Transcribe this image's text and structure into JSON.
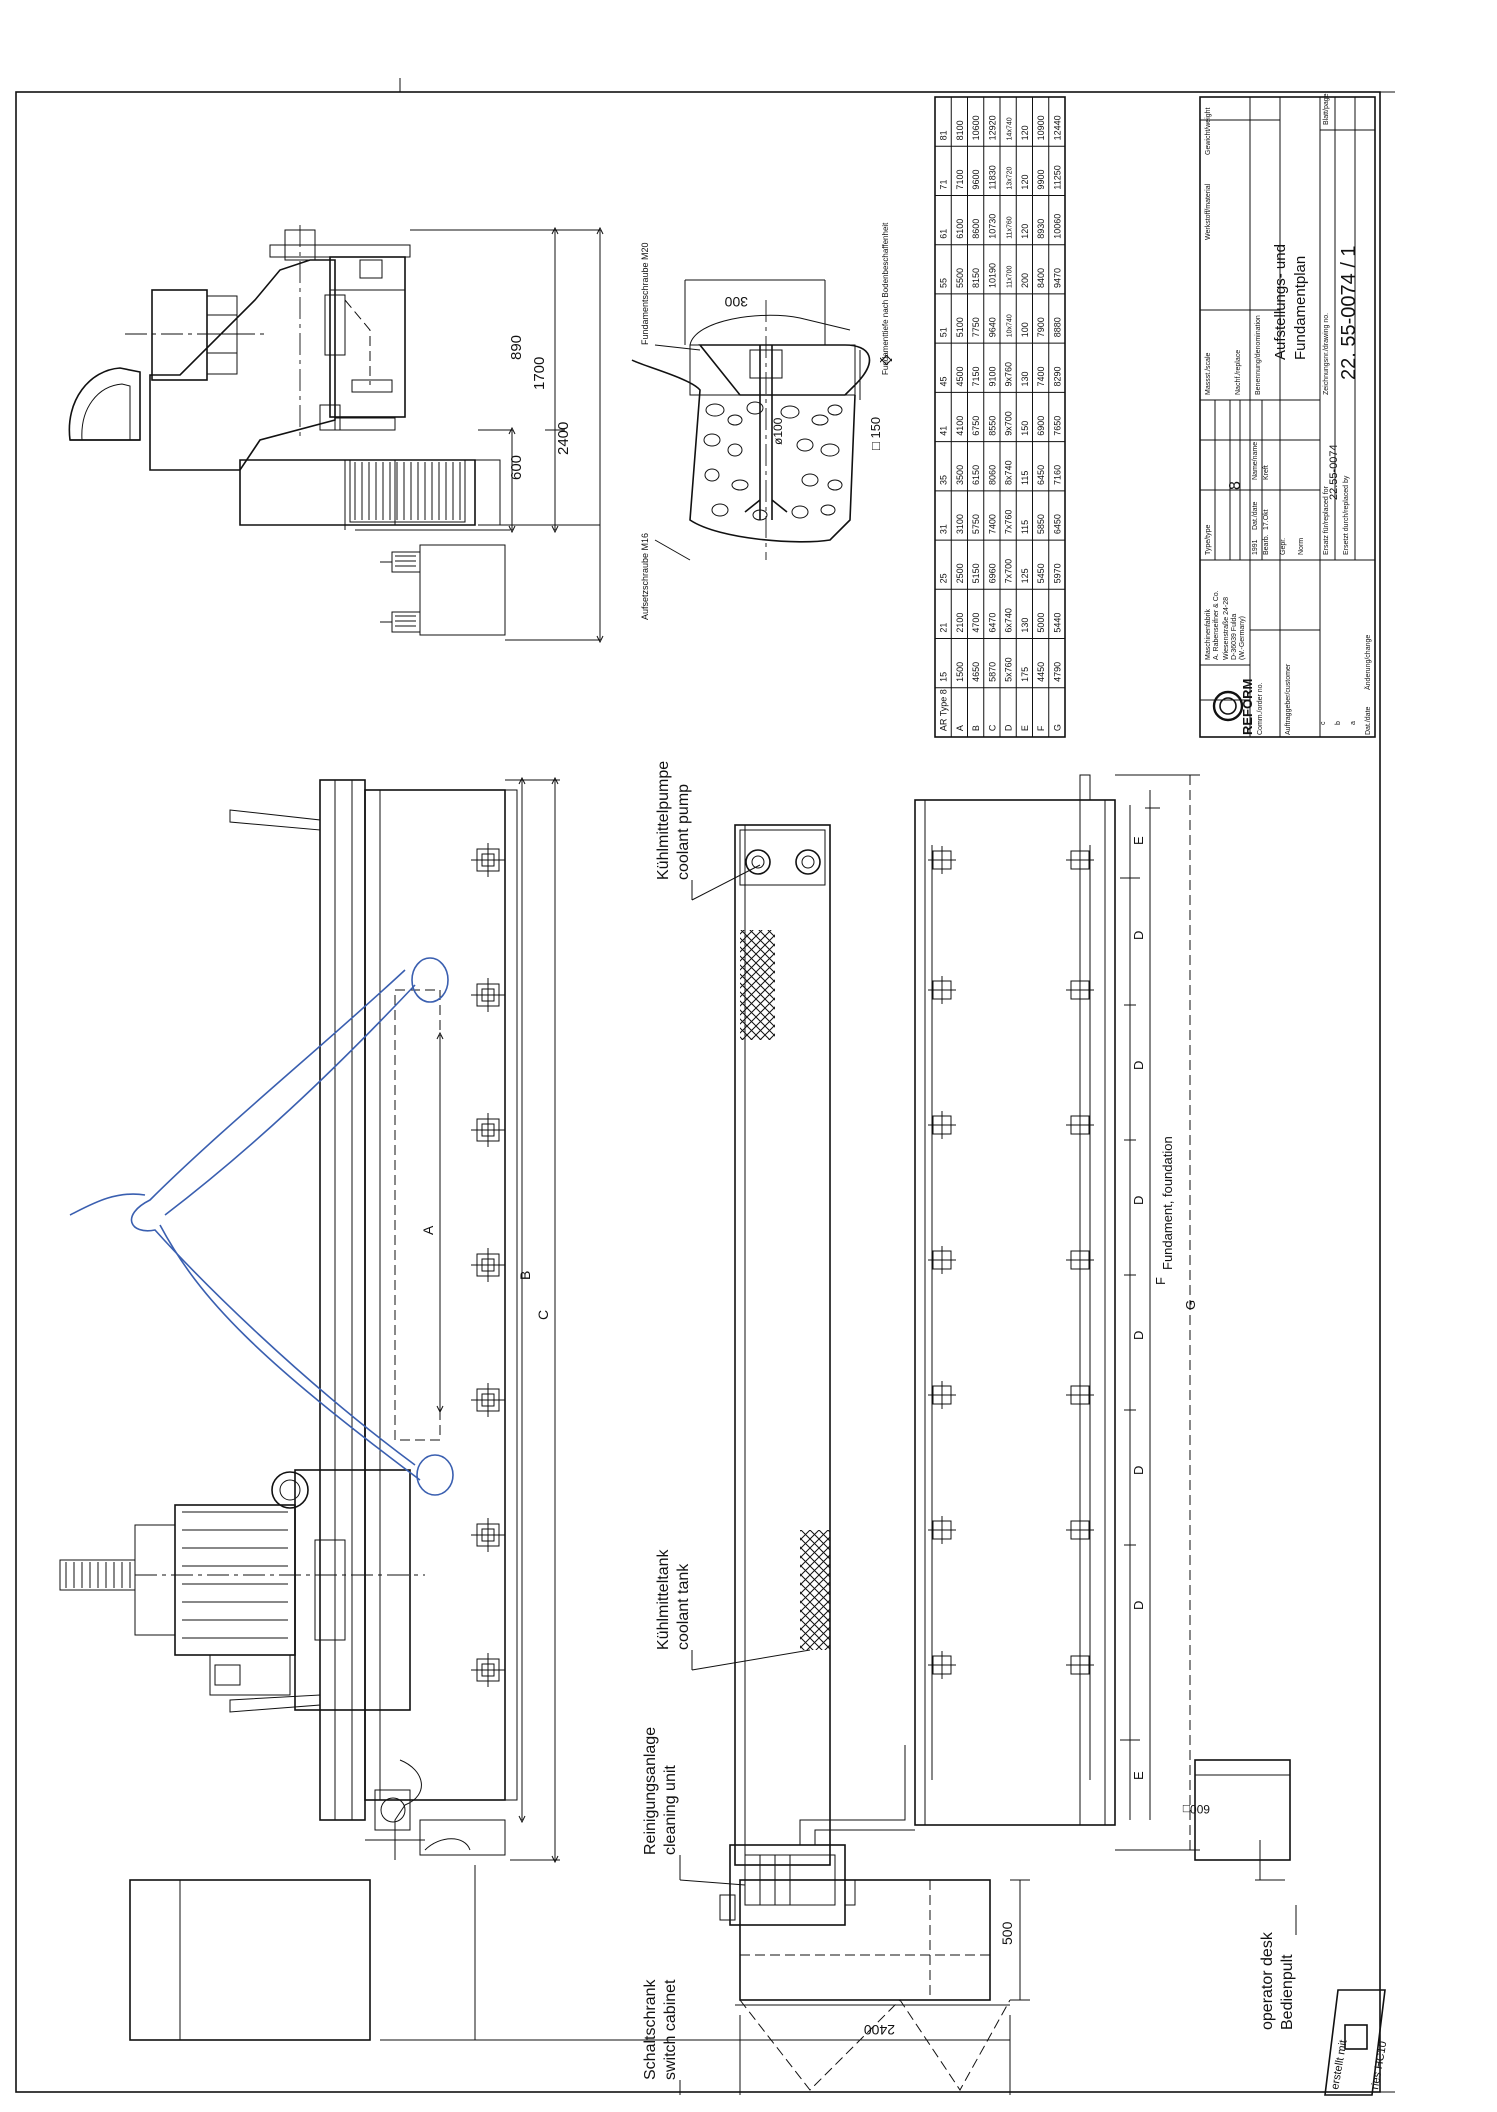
{
  "callouts": {
    "coolant_pump_de": "Kühlmittelpumpe",
    "coolant_pump_en": "coolant pump",
    "coolant_tank_de": "Kühlmitteltank",
    "coolant_tank_en": "coolant tank",
    "cleaning_unit_de": "Reinigungsanlage",
    "cleaning_unit_en": "cleaning unit",
    "switch_cabinet_de": "Schaltschrank",
    "switch_cabinet_en": "switch cabinet",
    "operator_desk_en": "operator desk",
    "operator_desk_de": "Bedienpult",
    "foundation": "Fundament, foundation",
    "anchor_screw": "Fundamentschraube M20",
    "anchor_plate": "Aufsetzschraube M16",
    "foundation_depth_note": "Fundamenttiefe nach Bodenbeschaffenheit"
  },
  "dimensions": {
    "side_600": "600",
    "side_890": "890",
    "side_1700": "1700",
    "side_2400": "2400",
    "foundation_300": "300",
    "bolt_150": "□ 150",
    "bolt_100": "ø100",
    "cabinet_500": "500",
    "cabinet_2400": "2400",
    "desk_600": "600□",
    "letter_A": "A",
    "letter_B": "B",
    "letter_C": "C",
    "letter_D": "D",
    "letter_E": "E",
    "letter_F": "F",
    "letter_G": "G"
  },
  "type_table": {
    "header_label": "AR Type 8",
    "sizes": [
      "15",
      "21",
      "25",
      "31",
      "35",
      "41",
      "45",
      "51",
      "55",
      "61",
      "71",
      "81"
    ],
    "rows": [
      {
        "label": "A",
        "values": [
          "1500",
          "2100",
          "2500",
          "3100",
          "3500",
          "4100",
          "4500",
          "5100",
          "5500",
          "6100",
          "7100",
          "8100"
        ]
      },
      {
        "label": "B",
        "values": [
          "4650",
          "4700",
          "5150",
          "5750",
          "6150",
          "6750",
          "7150",
          "7750",
          "8150",
          "8600",
          "9600",
          "10600"
        ]
      },
      {
        "label": "C",
        "values": [
          "5870",
          "6470",
          "6960",
          "7400",
          "8060",
          "8550",
          "9100",
          "9640",
          "10190",
          "10730",
          "11830",
          "12920"
        ]
      },
      {
        "label": "D",
        "values": [
          "5x760",
          "6x740",
          "7x700",
          "7x760",
          "8x740",
          "9x700",
          "9x760",
          "10x740",
          "11x700",
          "11x760",
          "13x720",
          "14x740"
        ]
      },
      {
        "label": "E",
        "values": [
          "175",
          "130",
          "125",
          "115",
          "115",
          "150",
          "130",
          "100",
          "200",
          "120",
          "120",
          "120"
        ]
      },
      {
        "label": "F",
        "values": [
          "4450",
          "5000",
          "5450",
          "5850",
          "6450",
          "6900",
          "7400",
          "7900",
          "8400",
          "8930",
          "9900",
          "10900"
        ]
      },
      {
        "label": "G",
        "values": [
          "4790",
          "5440",
          "5970",
          "6450",
          "7160",
          "7650",
          "8290",
          "8880",
          "9470",
          "10060",
          "11250",
          "12440"
        ]
      }
    ]
  },
  "title_block": {
    "logo_text": "REFORM",
    "company_line1": "Maschinenfabrik",
    "company_line2": "A. Rabenseifner & Co.",
    "company_line3": "Wiesenstraße 24-28",
    "company_line4": "D-36039 Fulda",
    "company_line5": "(W.-Germany)",
    "commission_label": "Comm./order no.",
    "customer_label": "Auftraggeber/customer",
    "type_label": "Type/type",
    "type_value": "8",
    "scale_label": "Massst./scale",
    "material_label": "Werkstoff/material",
    "weight_label": "Gewicht/weight",
    "semi_label": "Nachf./replace",
    "year": "1991",
    "date_label": "Dat./date",
    "name_label": "Name/name",
    "drawn_label": "Bearb.",
    "drawn_date": "17.Okt",
    "drawn_name": "Kreft",
    "checked_label": "Gepr.",
    "norm_label": "Norm",
    "designation_label": "Benennung/denomination",
    "title_line1": "Aufstellungs- und",
    "title_line2": "Fundamentplan",
    "drawing_no_label": "Zeichnungsnr./drawing no.",
    "drawing_no": "22. 55-0074 / 1",
    "replaces_label": "Ersatz für/replaced for",
    "replaces_value": "22.55-0074",
    "replaced_by_label": "Ersetzt durch/replaced by",
    "sheet_label": "Blatt/page",
    "rev_a": "a",
    "rev_b": "b",
    "rev_c": "c",
    "change_label": "Änderung/change",
    "change_date_label": "Dat./date"
  },
  "stamp": {
    "line1": "erstellt mit",
    "line2": "ries HC10"
  }
}
